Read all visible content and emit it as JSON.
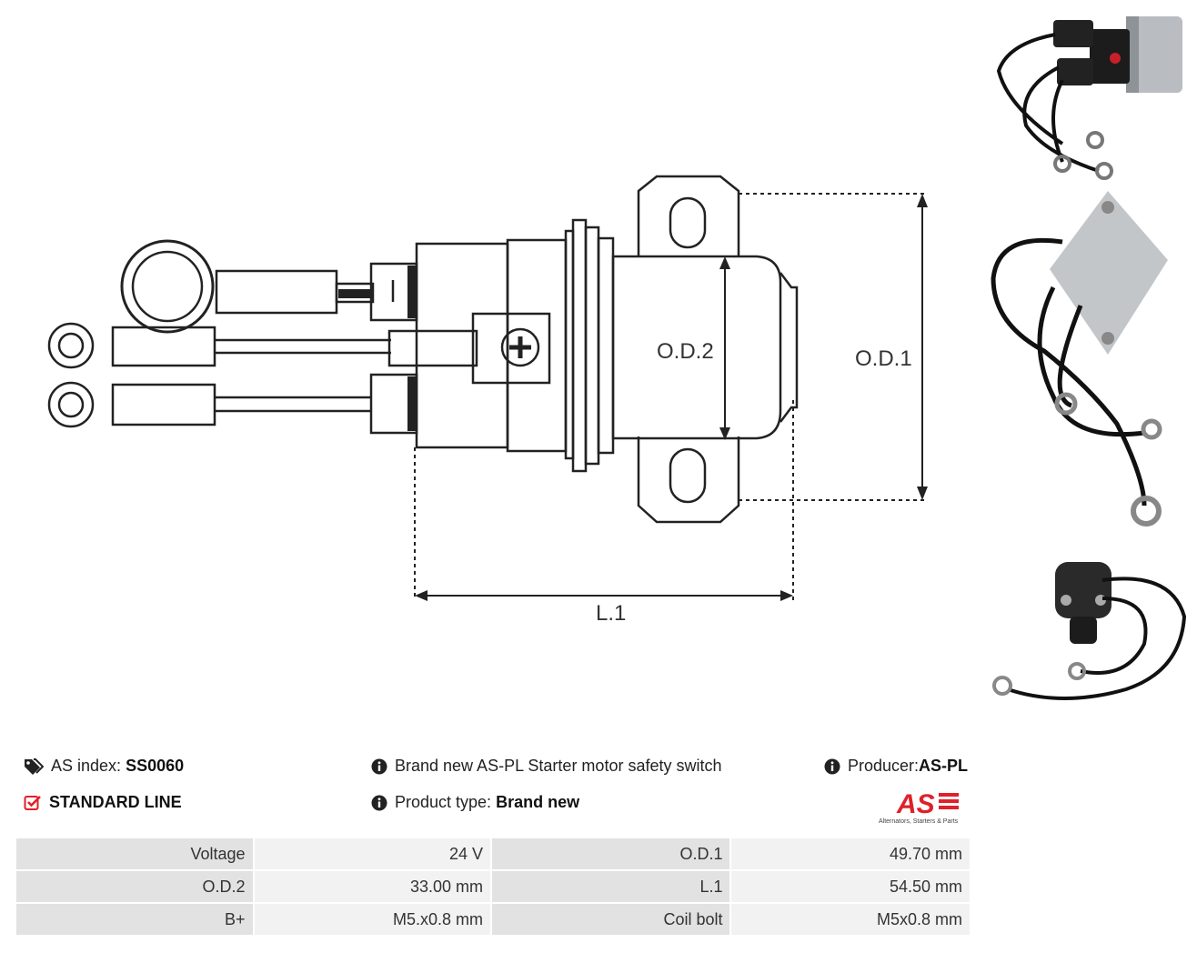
{
  "drawing": {
    "dim_od2": "O.D.2",
    "dim_od1": "O.D.1",
    "dim_l1": "L.1"
  },
  "info": {
    "as_index_label": "AS index:",
    "as_index_value": "SS0060",
    "description": "Brand new AS-PL Starter motor safety switch",
    "producer_label": "Producer:",
    "producer_value": "AS-PL",
    "line": "STANDARD LINE",
    "product_type_label": "Product type:",
    "product_type_value": "Brand new"
  },
  "logo": {
    "mark": "AS",
    "tagline": "Alternators, Starters & Parts"
  },
  "specs": [
    {
      "label1": "Voltage",
      "value1": "24 V",
      "label2": "O.D.1",
      "value2": "49.70 mm"
    },
    {
      "label1": "O.D.2",
      "value1": "33.00 mm",
      "label2": "L.1",
      "value2": "54.50 mm"
    },
    {
      "label1": "B+",
      "value1": "M5.x0.8 mm",
      "label2": "Coil bolt",
      "value2": "M5x0.8 mm"
    }
  ],
  "colors": {
    "accent": "#e0202a",
    "label_bg": "#e2e2e2",
    "value_bg": "#f2f2f2"
  }
}
